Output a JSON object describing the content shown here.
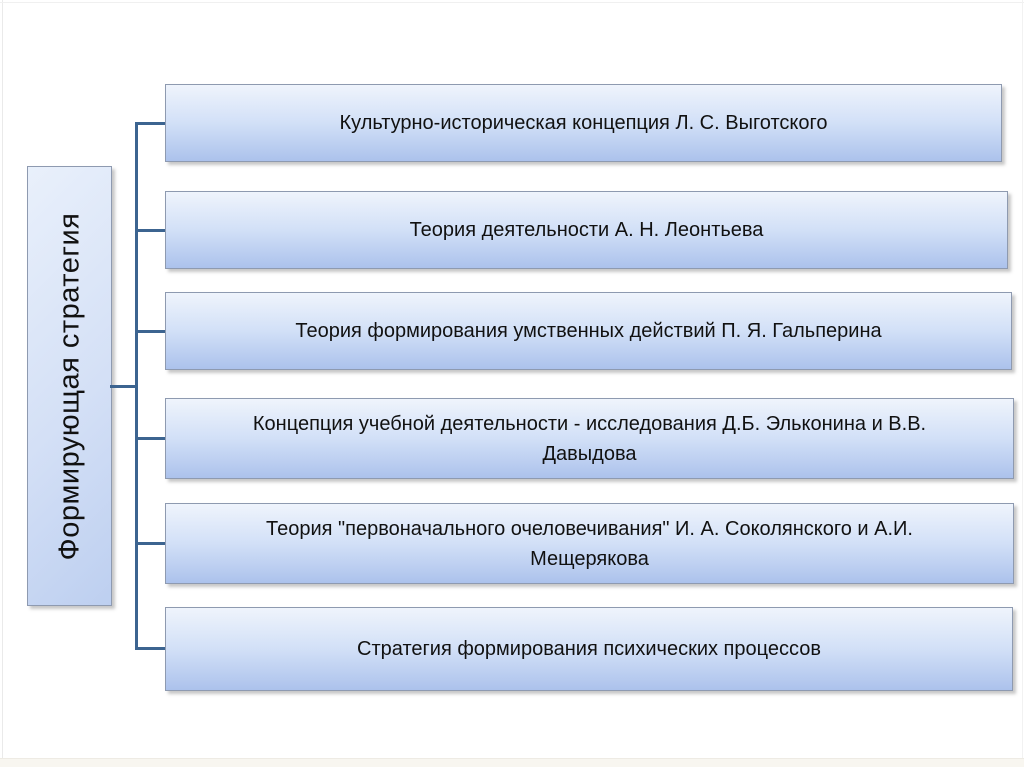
{
  "diagram": {
    "type": "hierarchy-left-root",
    "root_label": "Формирующая стратегия",
    "children": [
      {
        "label": "Культурно-историческая концепция Л. С. Выготского"
      },
      {
        "label": "Теория деятельности А. Н. Леонтьева"
      },
      {
        "label": "Теория формирования умственных действий П. Я. Гальперина"
      },
      {
        "label": "Концепция учебной деятельности - исследования Д.Б. Эльконина и В.В.\nДавыдова"
      },
      {
        "label": "Теория \"первоначального очеловечивания\" И. А. Соколянского и А.И.\nМещерякова"
      },
      {
        "label": "Стратегия формирования психических процессов"
      }
    ]
  },
  "colors": {
    "node_fill_top": "#eff4fc",
    "node_fill_mid": "#d2e0f7",
    "node_fill_bottom": "#acc2ec",
    "node_border": "#8e9ab0",
    "root_fill_top": "#e9f0fb",
    "root_fill_mid": "#d4e0f6",
    "root_fill_bottom": "#bdcff0",
    "connector_color": "#3c6490",
    "text_color": "#111111",
    "background": "#ffffff"
  }
}
